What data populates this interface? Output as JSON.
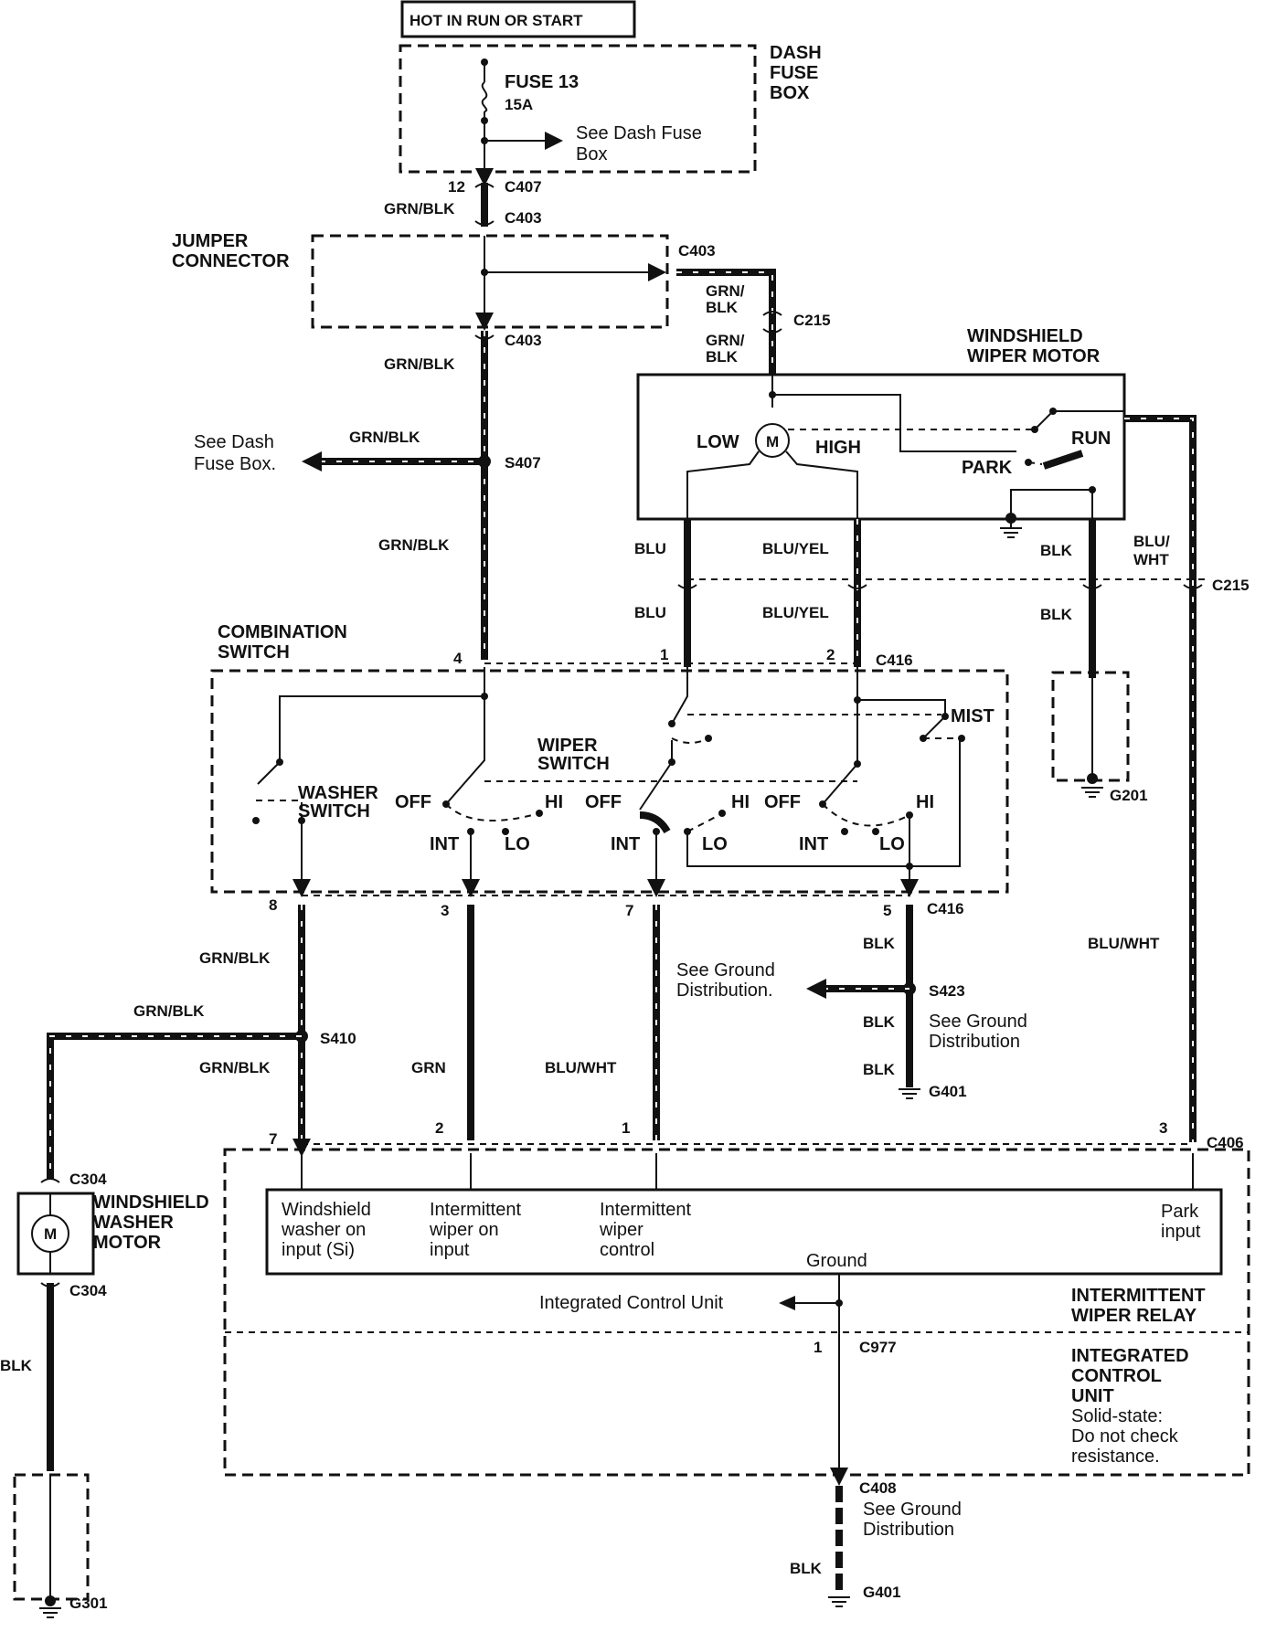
{
  "header": {
    "hot_label": "HOT IN RUN OR START",
    "dash_fuse_box": [
      "DASH",
      "FUSE",
      "BOX"
    ],
    "fuse_name": "FUSE 13",
    "fuse_rating": "15A",
    "see_dash_fuse_box": [
      "See Dash Fuse",
      "Box"
    ]
  },
  "connectors": {
    "c407": "C407",
    "c403": "C403",
    "c215": "C215",
    "c416": "C416",
    "s407": "S407",
    "s410": "S410",
    "s423": "S423",
    "c406": "C406",
    "c304": "C304",
    "c977": "C977",
    "c408": "C408",
    "g201": "G201",
    "g301": "G301",
    "g401": "G401"
  },
  "pins": {
    "p12": "12",
    "p4": "4",
    "p1": "1",
    "p2": "2",
    "p8": "8",
    "p3": "3",
    "p7": "7",
    "p5": "5",
    "r7": "7",
    "r2": "2",
    "r1": "1",
    "r3": "3",
    "c977_pin": "1"
  },
  "wires": {
    "grn_blk": "GRN/BLK",
    "grn_slash": "GRN/",
    "blk": "BLK",
    "blu": "BLU",
    "blu_yel": "BLU/YEL",
    "blu_slash": "BLU/",
    "wht": "WHT",
    "blu_wht": "BLU/WHT",
    "grn": "GRN"
  },
  "components": {
    "jumper_connector": [
      "JUMPER",
      "CONNECTOR"
    ],
    "wiper_motor": [
      "WINDSHIELD",
      "WIPER MOTOR"
    ],
    "motor_low": "LOW",
    "motor_high": "HIGH",
    "motor_m": "M",
    "park": "PARK",
    "run": "RUN",
    "see_dash_fuse_box_left": [
      "See Dash",
      "Fuse Box."
    ],
    "combination_switch": [
      "COMBINATION",
      "SWITCH"
    ],
    "washer_switch": [
      "WASHER",
      "SWITCH"
    ],
    "wiper_switch": [
      "WIPER",
      "SWITCH"
    ],
    "mist": "MIST",
    "off": "OFF",
    "hi": "HI",
    "int": "INT",
    "lo": "LO",
    "see_ground_dist_a": [
      "See Ground",
      "Distribution."
    ],
    "see_ground_dist_b": [
      "See Ground",
      "Distribution"
    ],
    "washer_motor": [
      "WINDSHIELD",
      "WASHER",
      "MOTOR"
    ],
    "relay_inputs": {
      "washer_input": [
        "Windshield",
        "washer on",
        "input (Si)"
      ],
      "int_wiper_on": [
        "Intermittent",
        "wiper on",
        "input"
      ],
      "int_wiper_control": [
        "Intermittent",
        "wiper",
        "control"
      ],
      "park_input": [
        "Park",
        "input"
      ],
      "ground": "Ground"
    },
    "icu_label": "Integrated Control Unit",
    "int_wiper_relay": [
      "INTERMITTENT",
      "WIPER RELAY"
    ],
    "icu_block": [
      "INTEGRATED",
      "CONTROL",
      "UNIT",
      "Solid-state:",
      "Do not check",
      "resistance."
    ]
  }
}
